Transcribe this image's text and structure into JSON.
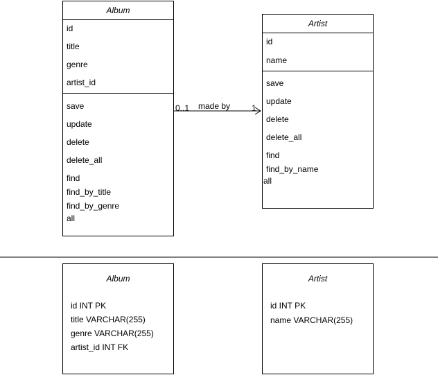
{
  "uml": {
    "album": {
      "name": "Album",
      "attributes": [
        "id",
        "title",
        "genre",
        "artist_id"
      ],
      "methods": [
        "save",
        "update",
        "delete",
        "delete_all",
        "find",
        "find_by_title",
        "find_by_genre",
        "all"
      ]
    },
    "artist": {
      "name": "Artist",
      "attributes": [
        "id",
        "name"
      ],
      "methods": [
        "save",
        "update",
        "delete",
        "delete_all",
        "find",
        "find_by_name",
        "all"
      ]
    },
    "association": {
      "label": "made by",
      "source_multiplicity": "0..1",
      "target_multiplicity": "1"
    }
  },
  "schema": {
    "album": {
      "name": "Album",
      "columns": [
        "id INT PK",
        "title VARCHAR(255)",
        "genre VARCHAR(255)",
        "artist_id INT FK"
      ]
    },
    "artist": {
      "name": "Artist",
      "columns": [
        "id INT PK",
        "name VARCHAR(255)"
      ]
    }
  }
}
